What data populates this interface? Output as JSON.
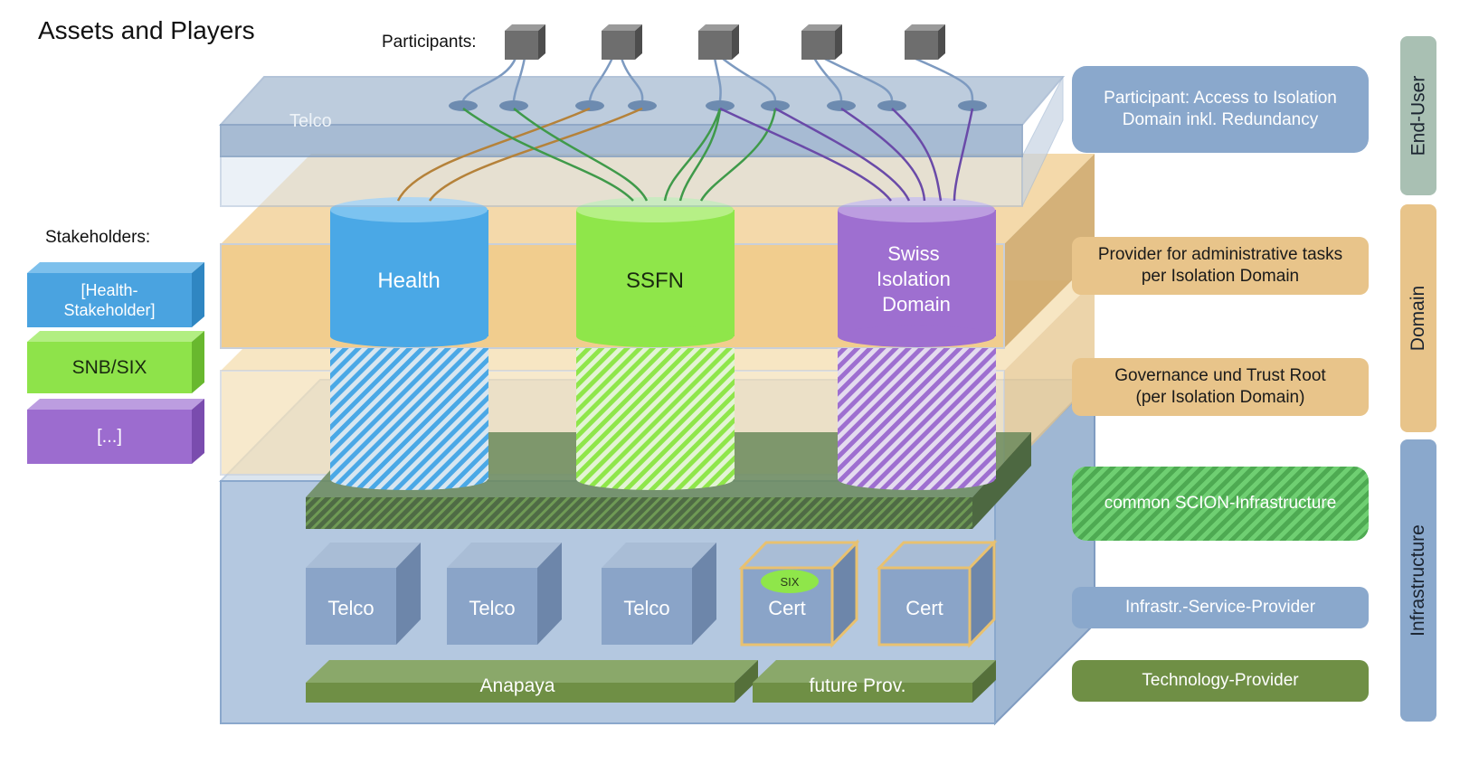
{
  "title": "Assets and Players",
  "participants_label": "Participants:",
  "stakeholders_label": "Stakeholders:",
  "stakeholders": [
    {
      "label": "[Health-\nStakeholder]",
      "color": "#4aa3e0"
    },
    {
      "label": "SNB/SIX",
      "color": "#8ee34a"
    },
    {
      "label": "[...]",
      "color": "#9c6ccf"
    }
  ],
  "layers": {
    "telco_label": "Telco"
  },
  "domains": [
    {
      "name": "Health",
      "color": "#4aa8e6"
    },
    {
      "name": "SSFN",
      "color": "#8fe64a"
    },
    {
      "name": "Swiss\nIsolation\nDomain",
      "color": "#9e6fd0"
    }
  ],
  "infrastructure": {
    "boxes": [
      "Telco",
      "Telco",
      "Telco",
      "Cert",
      "Cert"
    ],
    "six_badge": "SIX",
    "providers": [
      "Anapaya",
      "future Prov."
    ]
  },
  "right_panels": [
    {
      "text": "Participant: Access to Isolation\nDomain inkl. Redundancy",
      "color": "#8aa8cc",
      "text_color": "#ffffff"
    },
    {
      "text": "Provider for administrative tasks\nper Isolation Domain",
      "color": "#e8c48a",
      "text_color": "#1a1a1a"
    },
    {
      "text": "Governance und Trust Root\n(per Isolation Domain)",
      "color": "#e8c48a",
      "text_color": "#1a1a1a"
    },
    {
      "text": "common SCION-Infrastructure",
      "color": "#5fbf5f",
      "text_color": "#ffffff"
    },
    {
      "text": "Infrastr.-Service-Provider",
      "color": "#8aa8cc",
      "text_color": "#ffffff"
    },
    {
      "text": "Technology-Provider",
      "color": "#6f8f45",
      "text_color": "#ffffff"
    }
  ],
  "side_tabs": [
    {
      "label": "End-User",
      "color": "#a9c0b3"
    },
    {
      "label": "Domain",
      "color": "#e8c48a"
    },
    {
      "label": "Infrastructure",
      "color": "#8aa8cc"
    }
  ]
}
